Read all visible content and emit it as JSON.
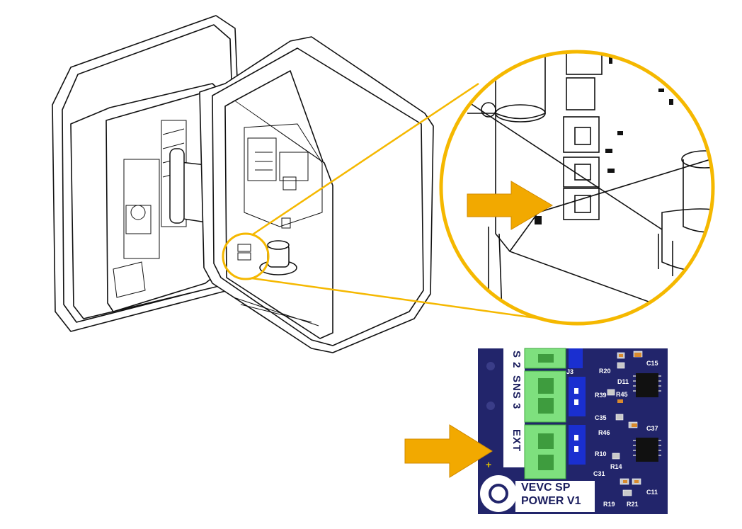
{
  "figure": {
    "pcb": {
      "connector_labels": [
        "S 2",
        "SNS 3",
        "EXT"
      ],
      "board_title_line1": "VEVC SP",
      "board_title_line2": "POWER V1",
      "plus_mark": "+",
      "component_labels": [
        "C15",
        "J3",
        "R20",
        "D11",
        "R39",
        "R45",
        "C35",
        "C37",
        "R46",
        "R10",
        "C31",
        "R14",
        "C11",
        "R19",
        "R21"
      ]
    },
    "colors": {
      "highlight_ring": "#f5b800",
      "arrow": "#f2a900",
      "pcb_board": "#22256b",
      "connector_green": "#7ee07e",
      "connector_blue": "#1a2fd0"
    }
  }
}
